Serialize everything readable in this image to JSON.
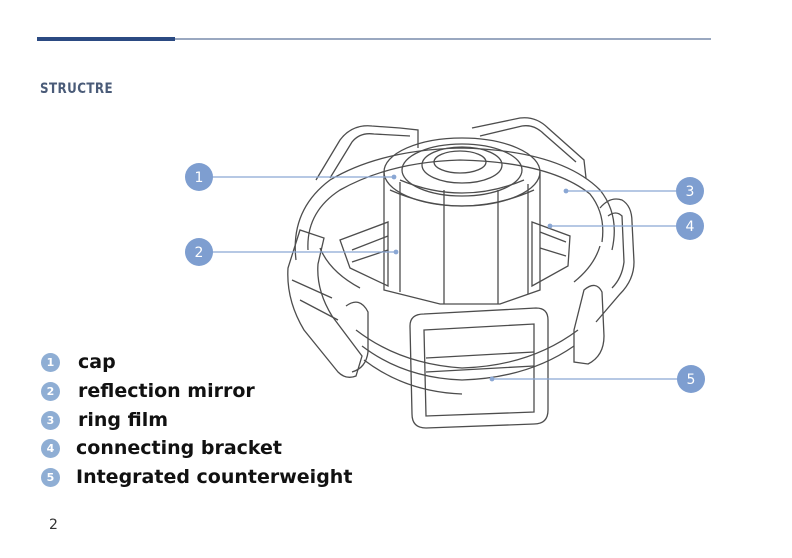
{
  "section_title": "STRUCTRE",
  "page_number": "2",
  "callouts": [
    "1",
    "2",
    "3",
    "4",
    "5"
  ],
  "legend": [
    {
      "num": "1",
      "label": "cap"
    },
    {
      "num": "2",
      "label": "reflection mirror"
    },
    {
      "num": "3",
      "label": "ring film"
    },
    {
      "num": "4",
      "label": "connecting bracket"
    },
    {
      "num": "5",
      "label": "Integrated counterweight"
    }
  ],
  "colors": {
    "accent_dark": "#2b4a82",
    "accent_light": "#9aa8c0",
    "callout": "#7e9ed0",
    "legend_badge": "#8faed4",
    "line_art": "#555555"
  }
}
